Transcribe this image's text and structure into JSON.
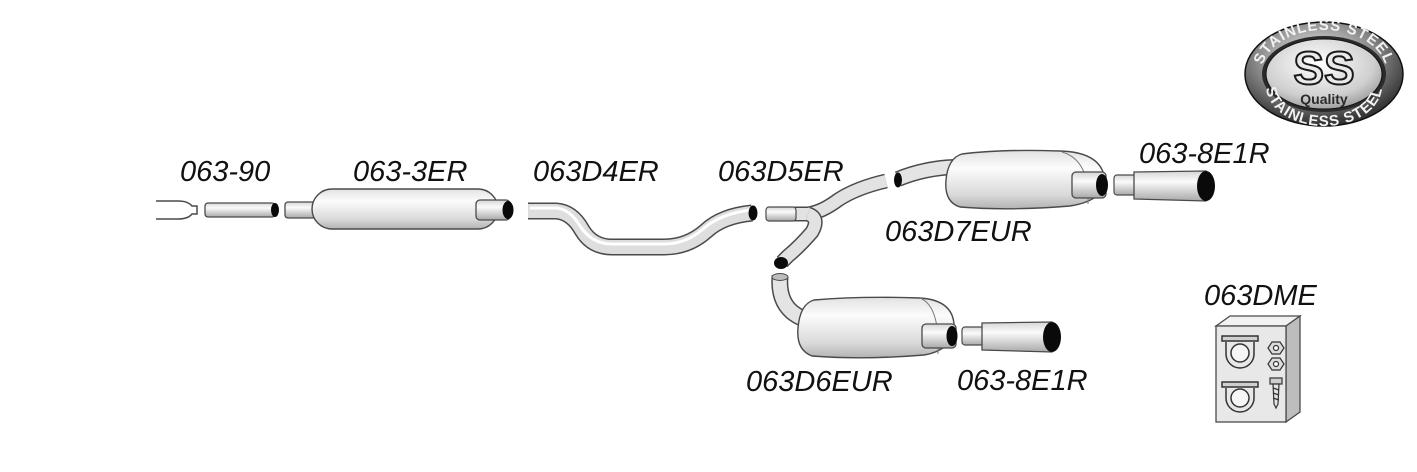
{
  "parts": {
    "p1": "063-90",
    "p2": "063-3ER",
    "p3": "063D4ER",
    "p4": "063D5ER",
    "p5": "063D7EUR",
    "p6": "063-8E1R",
    "p7": "063D6EUR",
    "p8": "063-8E1R",
    "p9": "063DME"
  },
  "badge": {
    "ring_top": "STAINLESS STEEL",
    "ring_bottom": "STAINLESS STEEL",
    "center": "SS",
    "sub": "Quality"
  },
  "colors": {
    "metal_light": "#f4f4f4",
    "metal_mid": "#cfcfcf",
    "metal_dark": "#9a9a9a",
    "outline": "#4a4a4a",
    "opening": "#0a0a0a"
  }
}
